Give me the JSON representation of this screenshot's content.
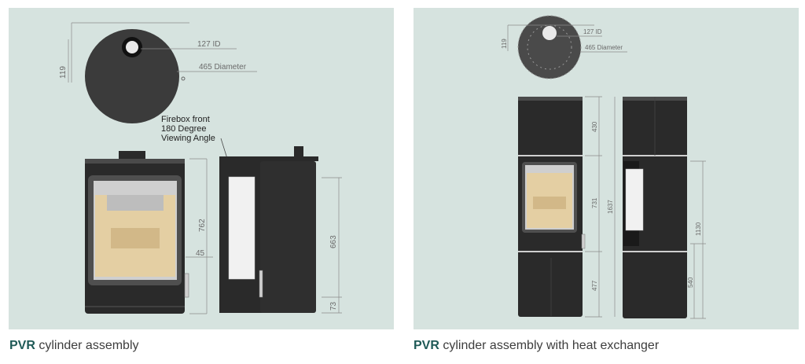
{
  "colors": {
    "panel_bg": "#d6e3df",
    "stove_body": "#2a2a2a",
    "firebox": "#e8d3a8",
    "glass_panel": "#f1f1f1",
    "brand_text": "#1f5a57",
    "dimension_line": "#8a8a8a"
  },
  "left": {
    "labels": {
      "inner_diameter": "127 ID",
      "outer_diameter": "465 Diameter",
      "flue_offset": "119",
      "firebox_note": [
        "Firebox front",
        "180 Degree",
        "Viewing Angle"
      ],
      "height_total": "762",
      "handle_offset": "45",
      "side_height": "663",
      "base_height": "73"
    },
    "caption": {
      "brand": "PVR",
      "text": " cylinder assembly"
    }
  },
  "right": {
    "labels": {
      "inner_diameter": "127 ID",
      "outer_diameter": "465 Diameter",
      "flue_offset": "119",
      "top_section": "430",
      "middle_section": "731",
      "lower_section": "477",
      "total_height": "1637",
      "side_upper": "1130",
      "side_lower": "540"
    },
    "caption": {
      "brand": "PVR",
      "text": " cylinder assembly with heat exchanger"
    }
  }
}
